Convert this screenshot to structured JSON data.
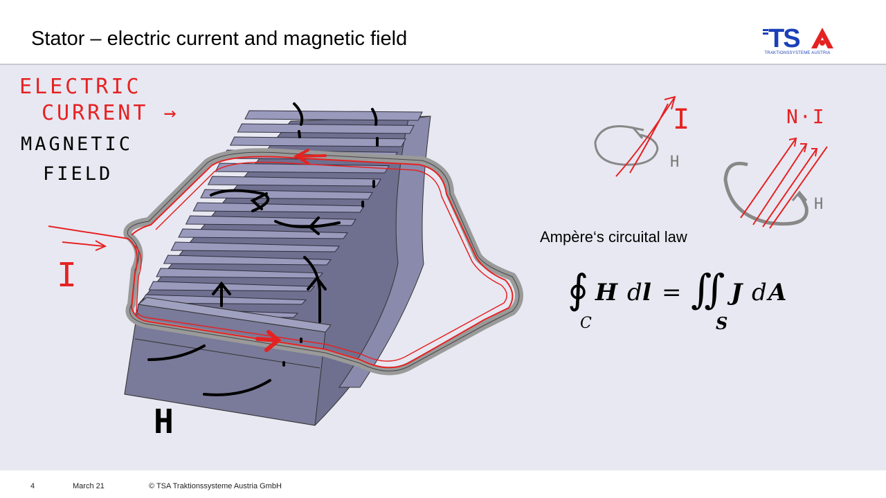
{
  "slide": {
    "title": "Stator – electric current and magnetic field",
    "logo": {
      "mark": "TSA",
      "subtitle": "TRAKTIONSSYSTEME AUSTRIA"
    },
    "annotations": {
      "electric_current": [
        "ELECTRIC",
        "CURRENT →"
      ],
      "magnetic_field": [
        "MAGNETIC",
        "FIELD"
      ],
      "current_symbol": "I",
      "field_symbol": "H",
      "small_current": "I",
      "small_field": "H",
      "coil_current": "N·I",
      "coil_field": "H"
    },
    "law": {
      "label": "Ampère‘s circuital law",
      "equation": {
        "lhs_H": "H",
        "lhs_d": "d",
        "lhs_l": "l",
        "lhs_contour": "C",
        "equals": "=",
        "rhs_J": "J",
        "rhs_d": "d",
        "rhs_A": "A",
        "rhs_surface": "S"
      }
    },
    "colors": {
      "accent_red": "#e52222",
      "stator_face": "#7a7a9a",
      "stator_top": "#9494b8",
      "logo_blue": "#1a3fb8",
      "logo_red": "#e52222",
      "background": "#e8e8f2"
    }
  },
  "footer": {
    "page": "4",
    "date": "March 21",
    "copyright": "© TSA Traktionssysteme Austria GmbH"
  }
}
